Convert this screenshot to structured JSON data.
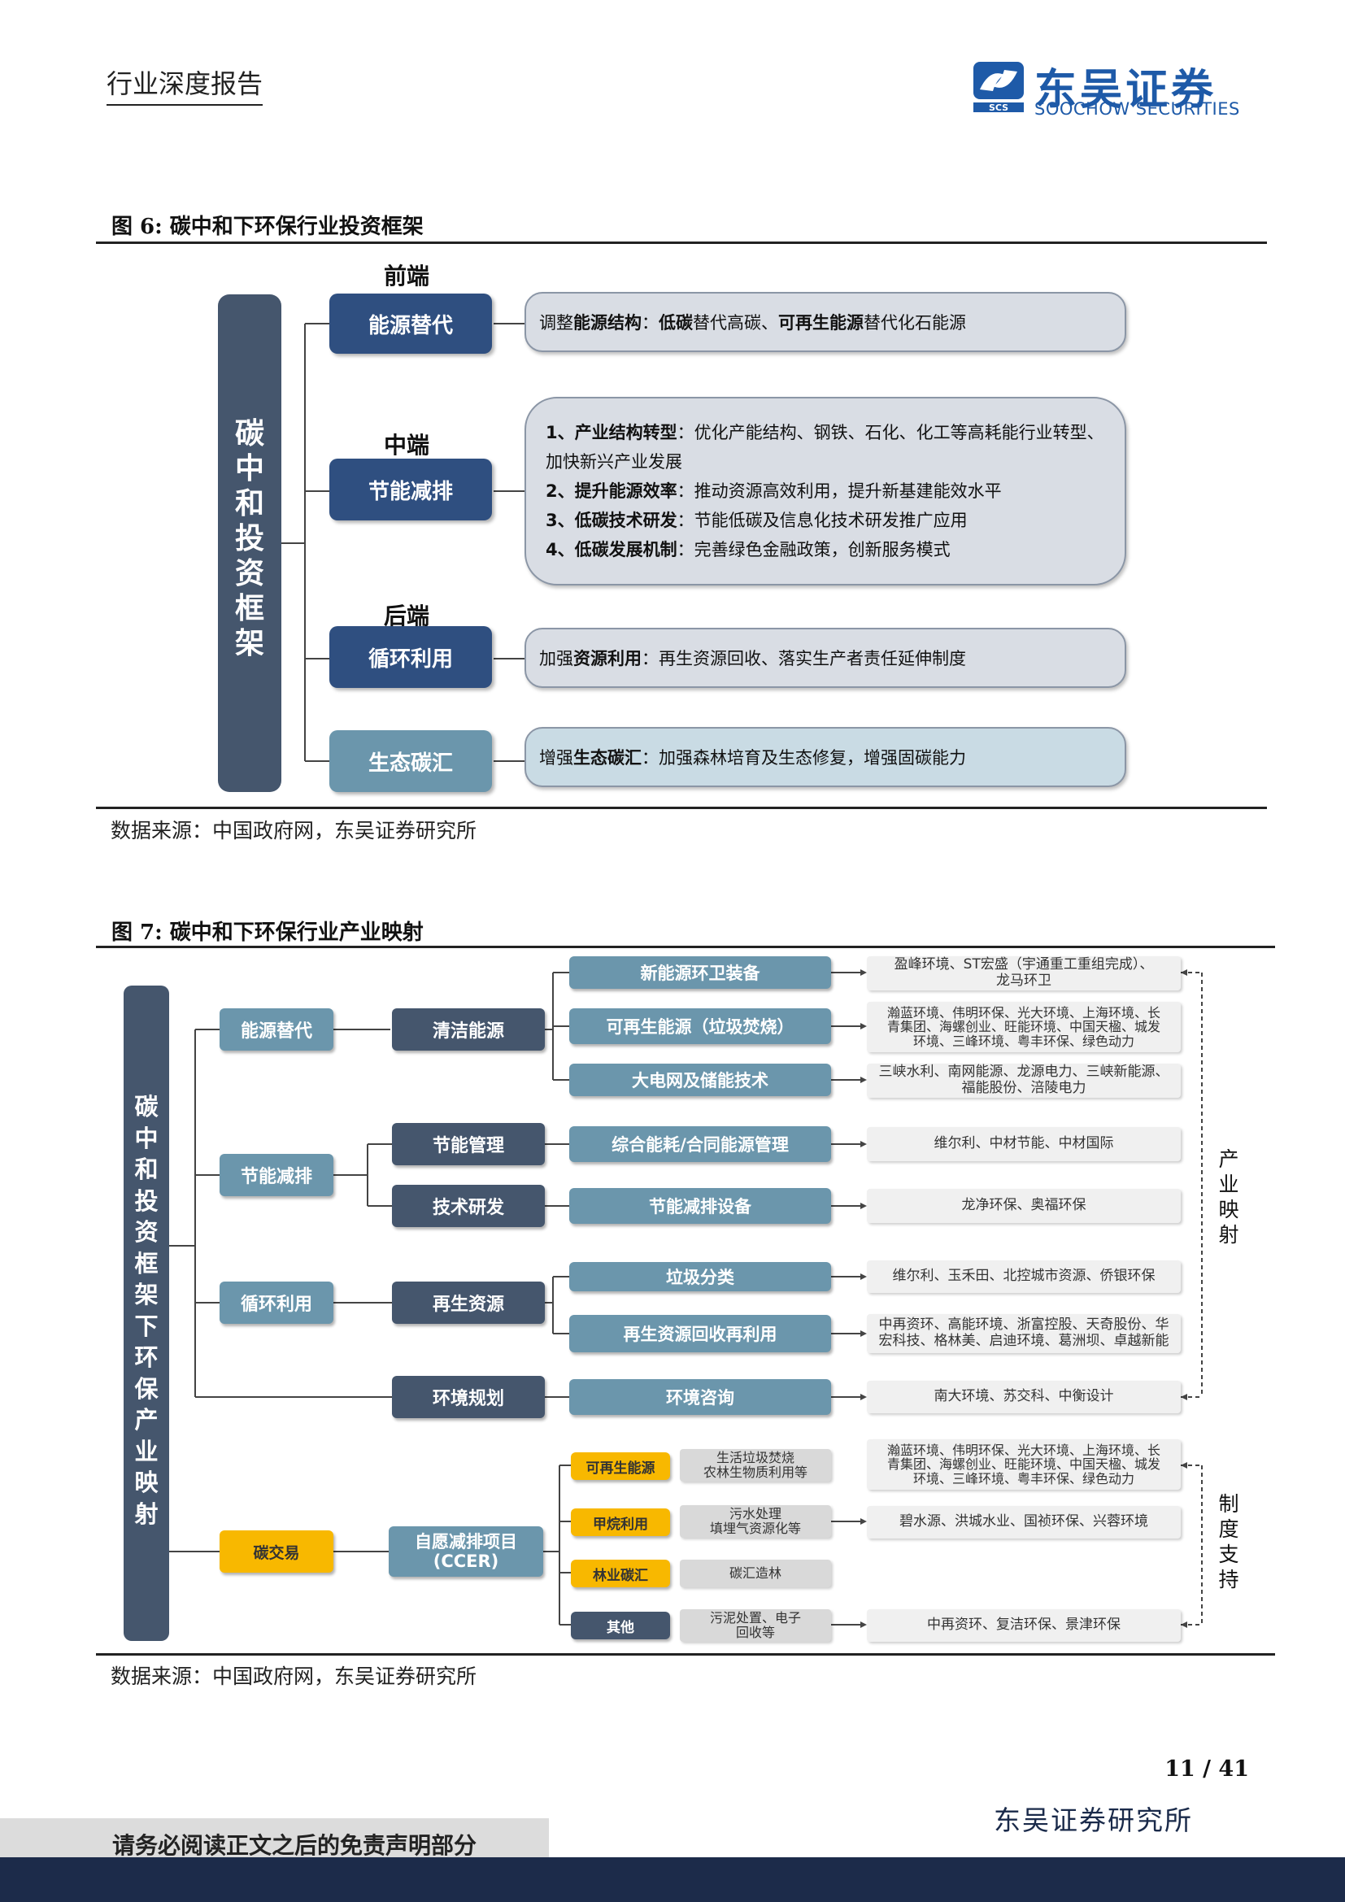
{
  "header": {
    "report_type": "行业深度报告",
    "logo_cn": "东吴证券",
    "logo_en": "SOOCHOW SECURITIES",
    "logo_mark": "SCS"
  },
  "fig6": {
    "title": "图 6:  碳中和下环保行业投资框架",
    "vertical": "碳中和投资框架",
    "stage_front": "前端",
    "stage_mid": "中端",
    "stage_back": "后端",
    "rows": [
      {
        "label": "能源替代",
        "color": "#2f4f80",
        "text_parts": [
          "调整",
          "能源结构",
          "：",
          "低碳",
          "替代高碳、",
          "可再生能源",
          "替代化石能源"
        ]
      },
      {
        "label": "节能减排",
        "color": "#2f4f80",
        "items": [
          {
            "b": "1、产业结构转型",
            "t": "：优化产能结构、钢铁、石化、化工等高耗能行业转型、"
          },
          {
            "b": "",
            "t": "加快新兴产业发展"
          },
          {
            "b": "2、提升能源效率",
            "t": "：推动资源高效利用，提升新基建能效水平"
          },
          {
            "b": "3、低碳技术研发",
            "t": "：节能低碳及信息化技术研发推广应用"
          },
          {
            "b": "4、低碳发展机制",
            "t": "：完善绿色金融政策，创新服务模式"
          }
        ]
      },
      {
        "label": "循环利用",
        "color": "#2f4f80",
        "text_parts": [
          "加强",
          "资源利用",
          "：",
          "再生资源回收、落实生产者责任延伸制度"
        ]
      },
      {
        "label": "生态碳汇",
        "color": "#6b96ac",
        "text_parts": [
          "增强",
          "生态碳汇",
          "：",
          "加强森林培育及生态修复，增强固碳能力"
        ]
      }
    ],
    "source": "数据来源：中国政府网，东吴证券研究所"
  },
  "fig7": {
    "title": "图 7:  碳中和下环保行业产业映射",
    "vertical": "碳中和投资框架下环保产业映射",
    "level1": [
      "能源替代",
      "节能减排",
      "循环利用",
      "碳交易"
    ],
    "level2": [
      "清洁能源",
      "节能管理",
      "技术研发",
      "再生资源",
      "环境规划",
      "自愿减排项目\n(CCER)"
    ],
    "level3": [
      "新能源环卫装备",
      "可再生能源（垃圾焚烧）",
      "大电网及储能技术",
      "综合能耗/合同能源管理",
      "节能减排设备",
      "垃圾分类",
      "再生资源回收再利用",
      "环境咨询"
    ],
    "companies": [
      "盈峰环境、ST宏盛（宇通重工重组完成）、\n龙马环卫",
      "瀚蓝环境、伟明环保、光大环境、上海环境、长\n青集团、海螺创业、旺能环境、中国天楹、城发\n环境、三峰环境、粤丰环保、绿色动力",
      "三峡水利、南网能源、龙源电力、三峡新能源、\n福能股份、涪陵电力",
      "维尔利、中材节能、中材国际",
      "龙净环保、奥福环保",
      "维尔利、玉禾田、北控城市资源、侨银环保",
      "中再资环、高能环境、浙富控股、天奇股份、华\n宏科技、格林美、启迪环境、葛洲坝、卓越新能",
      "南大环境、苏交科、中衡设计"
    ],
    "ccer_types": [
      "可再生能源",
      "甲烷利用",
      "林业碳汇",
      "其他"
    ],
    "ccer_sub": [
      "生活垃圾焚烧\n农林生物质利用等",
      "污水处理\n填埋气资源化等",
      "碳汇造林",
      "污泥处置、电子\n回收等"
    ],
    "ccer_companies": [
      "瀚蓝环境、伟明环保、光大环境、上海环境、长\n青集团、海螺创业、旺能环境、中国天楹、城发\n环境、三峰环境、粤丰环保、绿色动力",
      "碧水源、洪城水业、国祯环保、兴蓉环境",
      "中再资环、复洁环保、景津环保"
    ],
    "side_top": "产业映射",
    "side_bottom": "制度支持",
    "source": "数据来源：中国政府网，东吴证券研究所"
  },
  "footer": {
    "page": "11 / 41",
    "institute": "东吴证券研究所",
    "notice": "请务必阅读正文之后的免责声明部分"
  },
  "colors": {
    "dark": "#45566d",
    "navy": "#2f4f80",
    "teal": "#6b96ac",
    "yellow": "#f8b800",
    "brand": "#1e5aa8"
  }
}
